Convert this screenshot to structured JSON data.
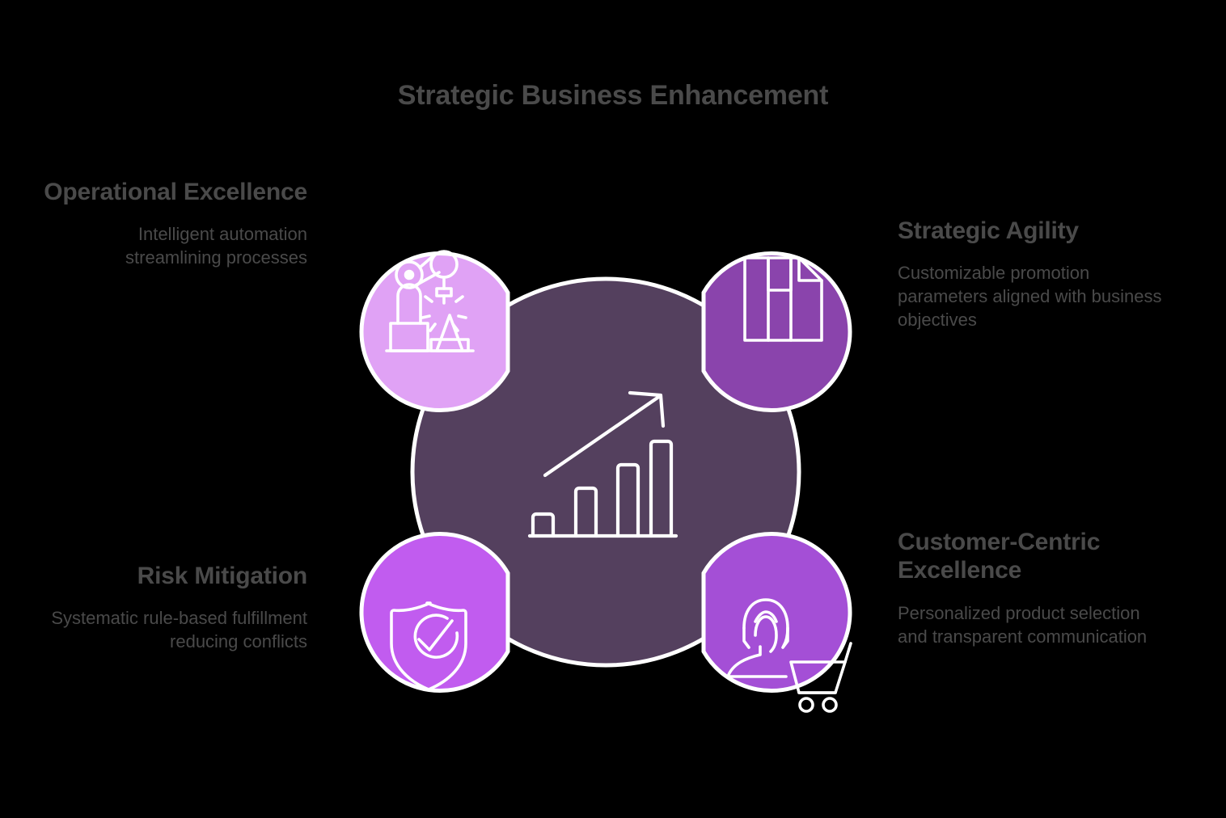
{
  "header": {
    "title": "Strategic Business Enhancement",
    "title_color": "#4a4a4a"
  },
  "palette": {
    "background": "#000000",
    "center_circle": "#54405e",
    "node_operational_excellence": "#e0a2f5",
    "node_strategic_agility": "#8a44ac",
    "node_risk_mitigation": "#c15cef",
    "node_customer_centric": "#a44fd6",
    "stroke": "#ffffff",
    "text": "#4a4a4a"
  },
  "center": {
    "icon": "growth-bar-chart-arrow-icon",
    "color": "#54405e"
  },
  "nodes": [
    {
      "id": "operational-excellence",
      "title": "Operational Excellence",
      "body": "Intelligent automation streamlining processes",
      "icon": "robotic-arm-welding-icon",
      "color": "#e0a2f5",
      "position": "top-left"
    },
    {
      "id": "strategic-agility",
      "title": "Strategic Agility",
      "body": "Customizable promotion parameters aligned with business objectives",
      "icon": "adjustable-bars-flag-icon",
      "color": "#8a44ac",
      "position": "top-right"
    },
    {
      "id": "risk-mitigation",
      "title": "Risk Mitigation",
      "body": "Systematic rule-based fulfillment reducing conflicts",
      "icon": "shield-check-icon",
      "color": "#c15cef",
      "position": "bottom-left"
    },
    {
      "id": "customer-centric-excellence",
      "title": "Customer-Centric Excellence",
      "body": "Personalized product selection and transparent communication",
      "icon": "customer-shopping-cart-icon",
      "color": "#a44fd6",
      "position": "bottom-right"
    }
  ],
  "chart_data": {
    "type": "diagram",
    "title": "Strategic Business Enhancement",
    "layout": "hub-and-spoke-quadrant",
    "hub": {
      "label": "Strategic Business Enhancement",
      "icon": "growth-bar-chart-arrow-icon"
    },
    "categories": [
      "Operational Excellence",
      "Strategic Agility",
      "Risk Mitigation",
      "Customer-Centric Excellence"
    ],
    "descriptions": [
      "Intelligent automation streamlining processes",
      "Customizable promotion parameters aligned with business objectives",
      "Systematic rule-based fulfillment reducing conflicts",
      "Personalized product selection and transparent communication"
    ],
    "colors": [
      "#e0a2f5",
      "#8a44ac",
      "#c15cef",
      "#a44fd6"
    ],
    "hub_chart_bars": [
      1,
      2.3,
      3.2,
      4.2
    ],
    "legend": "none",
    "grid": false
  }
}
